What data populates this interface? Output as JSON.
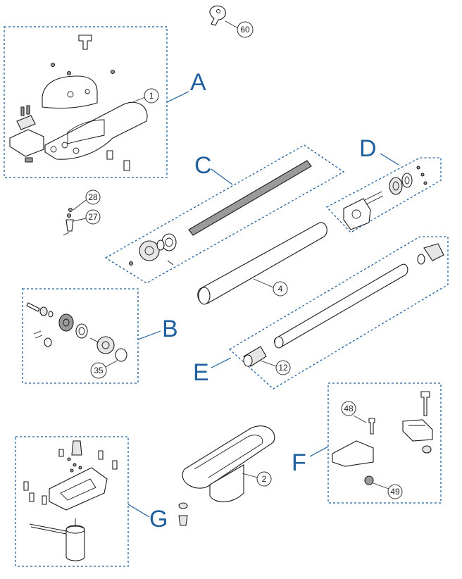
{
  "groups": {
    "A": {
      "label": "A",
      "callouts": [
        "1"
      ]
    },
    "B": {
      "label": "B",
      "callouts": [
        "35"
      ]
    },
    "C": {
      "label": "C",
      "callouts": []
    },
    "D": {
      "label": "D",
      "callouts": []
    },
    "E": {
      "label": "E",
      "callouts": [
        "12"
      ]
    },
    "F": {
      "label": "F",
      "callouts": [
        "48",
        "49"
      ]
    },
    "G": {
      "label": "G",
      "callouts": []
    }
  },
  "loose_callouts": [
    "60",
    "28",
    "27",
    "4",
    "2"
  ],
  "colors": {
    "group_accent": "#1f5f9e",
    "line_art": "#1a1a1a"
  }
}
